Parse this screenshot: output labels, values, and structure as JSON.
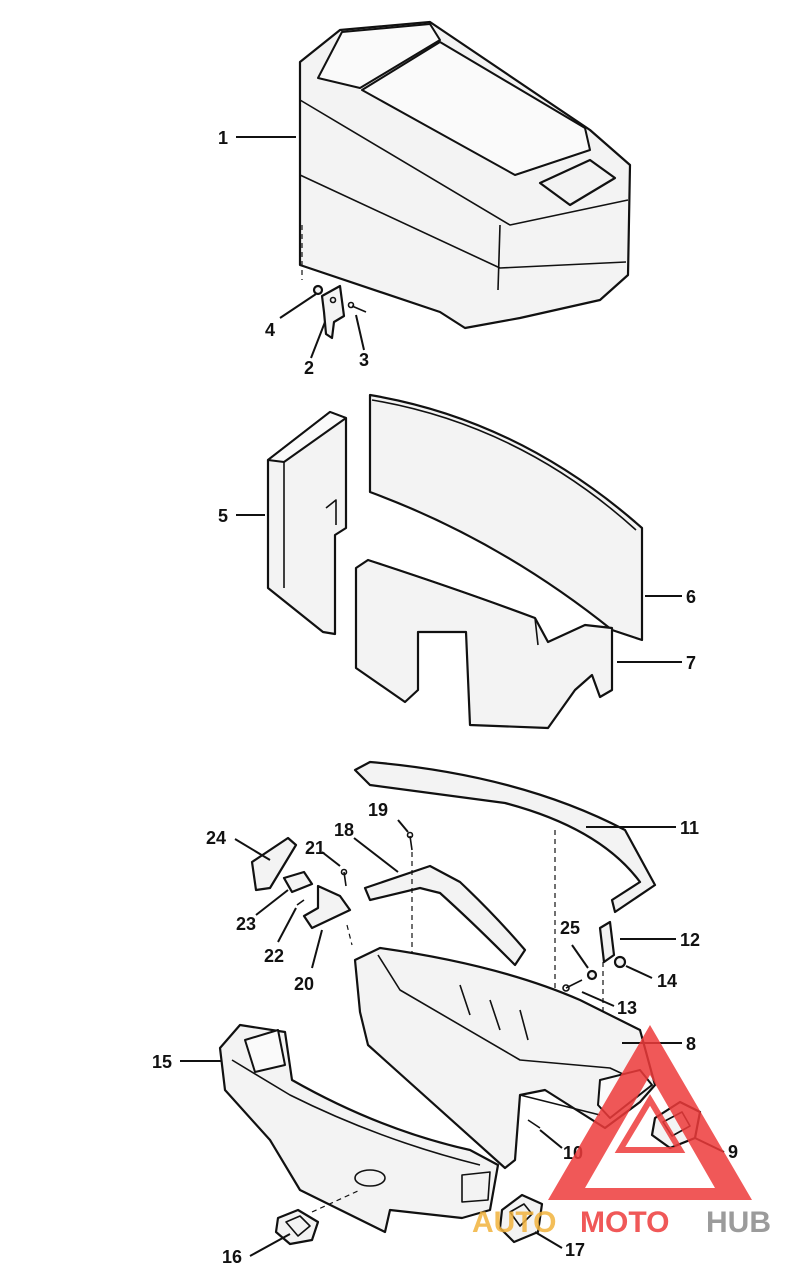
{
  "diagram": {
    "callouts": [
      "1",
      "2",
      "3",
      "4",
      "5",
      "6",
      "7",
      "8",
      "9",
      "10",
      "11",
      "12",
      "13",
      "14",
      "15",
      "16",
      "17",
      "18",
      "19",
      "20",
      "21",
      "22",
      "23",
      "24",
      "25"
    ]
  },
  "watermark": {
    "part1": "AUTO",
    "part2": "MOTO",
    "part3": "HUB",
    "colors": {
      "auto": "#f2b33d",
      "moto": "#ee3b3b",
      "hub": "#8a8a8a",
      "triangle": "#ee3b3b"
    }
  }
}
